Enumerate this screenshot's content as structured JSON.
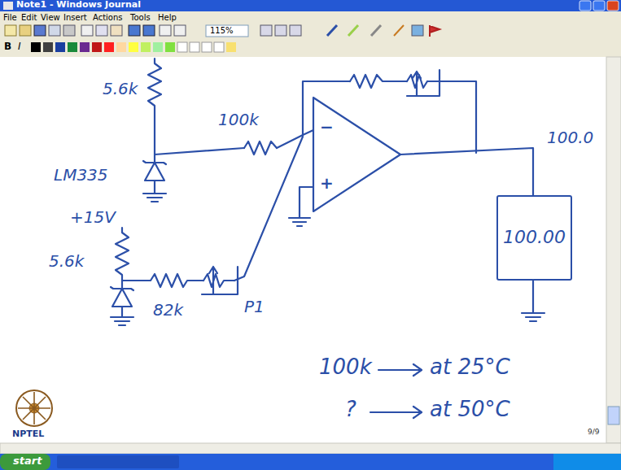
{
  "diagram": {
    "nodes": [
      {
        "text": [
          "100.00"
        ]
      }
    ],
    "labels": [
      "Note1 - Windows Journal",
      "File",
      "Edit",
      "View",
      "Insert",
      "Actions",
      "Tools",
      "Help",
      "115%",
      "B",
      "I",
      "5.6k",
      "100k",
      "LM335",
      "+15V",
      "5.6k",
      "82k",
      "P1",
      "−",
      "+",
      "100.0",
      "100k",
      "at 25°C",
      "?",
      "at 50°C",
      "NPTEL",
      "9/9",
      "start"
    ]
  }
}
